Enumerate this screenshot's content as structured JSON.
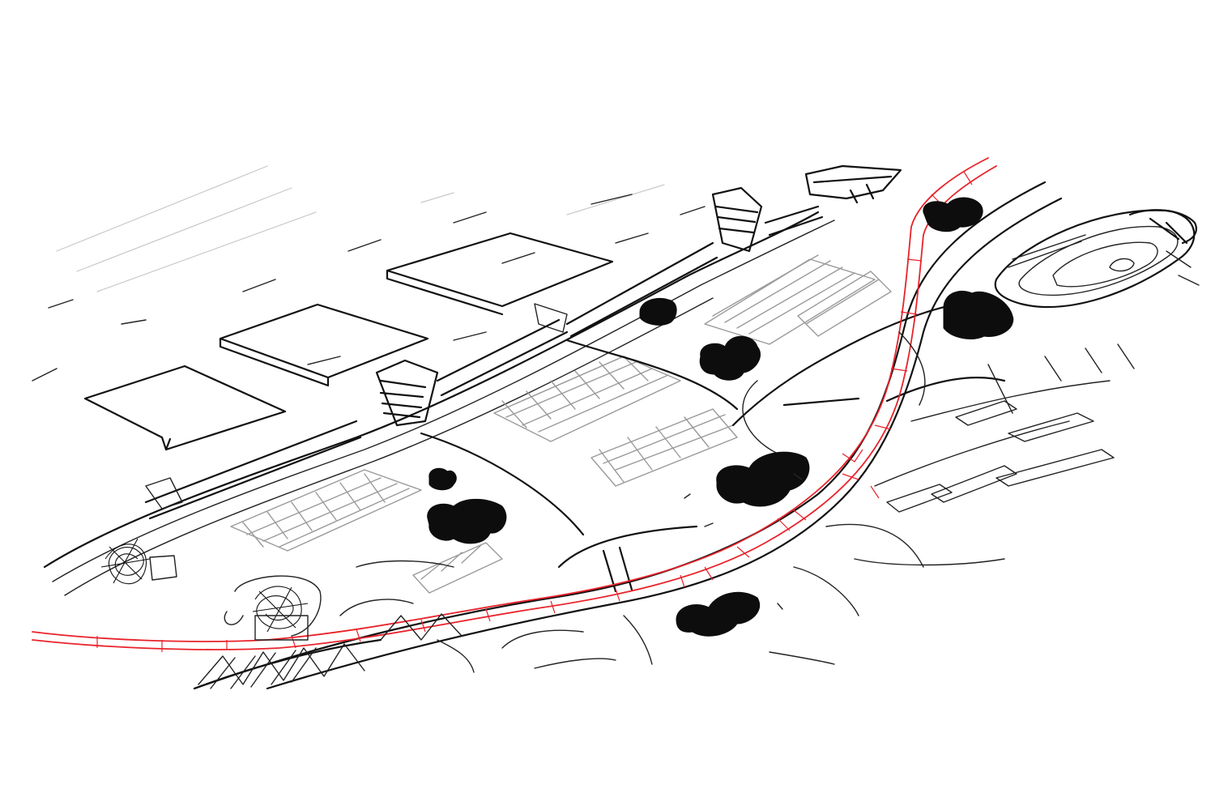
{
  "drawing": {
    "palette": {
      "ink": "#111111",
      "pencil": "#9a9a9a",
      "red_route": "#e8232a",
      "paper": "#ffffff"
    },
    "elements": {
      "buildings": 4,
      "bridges": 3,
      "parking_areas": 4,
      "trees": 8,
      "highlighted_route": "red"
    }
  }
}
